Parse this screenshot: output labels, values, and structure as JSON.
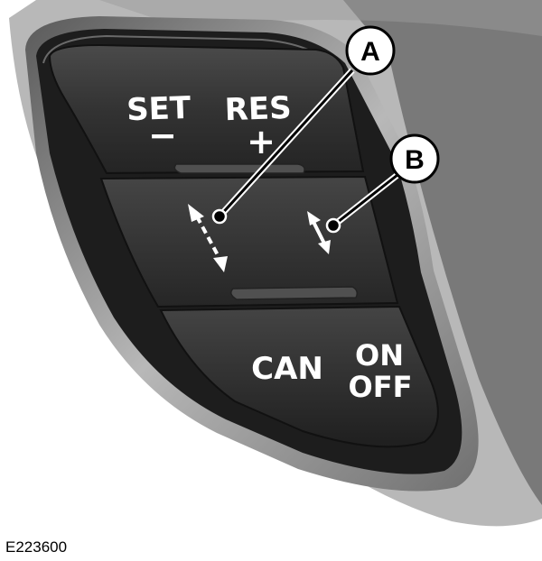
{
  "buttons": {
    "set_label": "SET",
    "set_symbol": "−",
    "res_label": "RES",
    "res_symbol": "+",
    "can_label": "CAN",
    "on_label": "ON",
    "off_label": "OFF"
  },
  "callouts": {
    "a": "A",
    "b": "B"
  },
  "reference_code": "E223600",
  "colors": {
    "background_shadow": "#8a8a8a",
    "bezel": "#1c1c1c",
    "button_face": "#2e2e2e",
    "button_highlight": "#4a4a4a",
    "text": "#ffffff"
  }
}
